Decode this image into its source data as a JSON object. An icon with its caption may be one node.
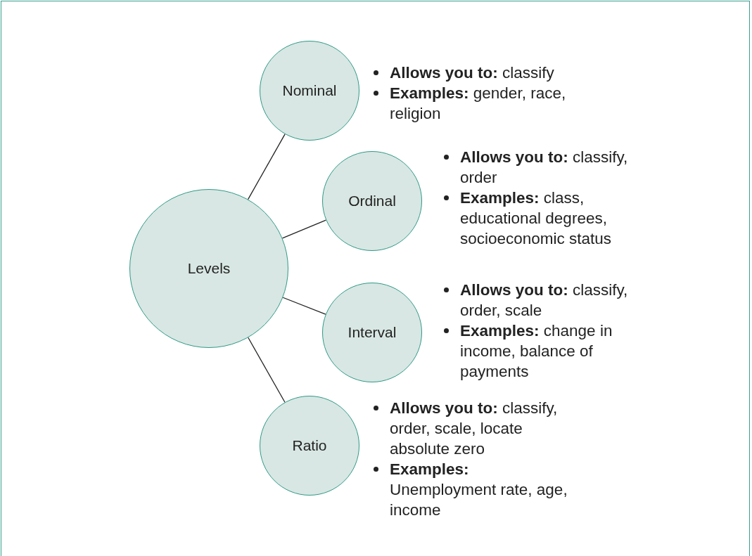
{
  "diagram": {
    "nodes": [
      {
        "text": [
          "Levels"
        ]
      },
      {
        "text": [
          "Nominal"
        ],
        "beside": [
          "**Allows you to:** classify",
          "**Examples:** gender, race, religion"
        ]
      },
      {
        "text": [
          "Ordinal"
        ],
        "beside": [
          "**Allows you to:** classify, order",
          "**Examples:** class, educational degrees, socioeconomic status"
        ]
      },
      {
        "text": [
          "Interval"
        ],
        "beside": [
          "**Allows you to:** classify, order, scale",
          "**Examples:** change in income, balance of payments"
        ]
      },
      {
        "text": [
          "Ratio"
        ],
        "beside": [
          "**Allows you to:** classify, order, scale, locate absolute zero",
          "**Examples:** Unemployment rate, age, income"
        ]
      }
    ],
    "edges": [
      {
        "from": 0,
        "to": 1,
        "arrow": "none"
      },
      {
        "from": 0,
        "to": 2,
        "arrow": "none"
      },
      {
        "from": 0,
        "to": 3,
        "arrow": "none"
      },
      {
        "from": 0,
        "to": 4,
        "arrow": "none"
      }
    ]
  }
}
